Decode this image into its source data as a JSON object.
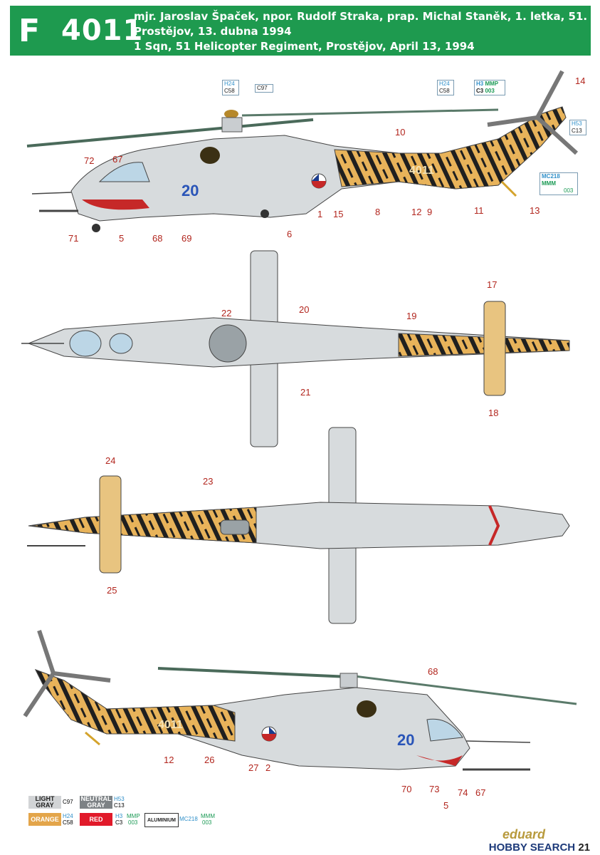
{
  "header": {
    "letter": "F",
    "code": "4011",
    "line1": "mjr. Jaroslav Špaček, npor. Rudolf Straka, prap. Michal Staněk, 1. letka, 51. vrp,",
    "line2": "Prostějov, 13. dubna 1994",
    "line3": "1 Sqn, 51 Helicopter Regiment, Prostějov, April 13, 1994"
  },
  "fuselage_code": "4011",
  "side_number": "20",
  "callout_numbers": {
    "side": [
      "72",
      "67",
      "10",
      "14",
      "1",
      "15",
      "8",
      "12",
      "9",
      "11",
      "13",
      "71",
      "5",
      "68",
      "69",
      "6"
    ],
    "top": [
      "22",
      "20",
      "17",
      "19",
      "21",
      "18"
    ],
    "bottom": [
      "24",
      "23",
      "25"
    ],
    "right": [
      "68",
      "12",
      "26",
      "27",
      "2",
      "70",
      "73",
      "5",
      "74",
      "67"
    ]
  },
  "color_boxes": {
    "c1": {
      "top": "H24",
      "bottom": "C58"
    },
    "c2": {
      "top": "C97"
    },
    "c3": {
      "top": "H24",
      "bottom": "C58"
    },
    "c4": {
      "a": "H3",
      "b": "MMP",
      "c": "C3",
      "d": "003"
    },
    "c5": {
      "top": "H53",
      "bottom": "C13"
    },
    "c6": {
      "a": "MC218",
      "b": "MMM",
      "c": "003"
    }
  },
  "legend": {
    "light_gray": {
      "label": "LIGHT GRAY",
      "c": "C97"
    },
    "neutral_gray": {
      "label": "NEUTRAL GRAY",
      "h": "H53",
      "c": "C13"
    },
    "orange": {
      "label": "ORANGE",
      "h": "H24",
      "c": "C58"
    },
    "red": {
      "label": "RED",
      "h": "H3",
      "c": "C3",
      "m": "MMP",
      "n": "003"
    },
    "aluminium": {
      "label": "ALUMINIUM",
      "mc": "MC218",
      "m": "MMM",
      "n": "003"
    }
  },
  "brand": "HOBBY SEARCH",
  "eduard": "eduard",
  "page_number": "21"
}
